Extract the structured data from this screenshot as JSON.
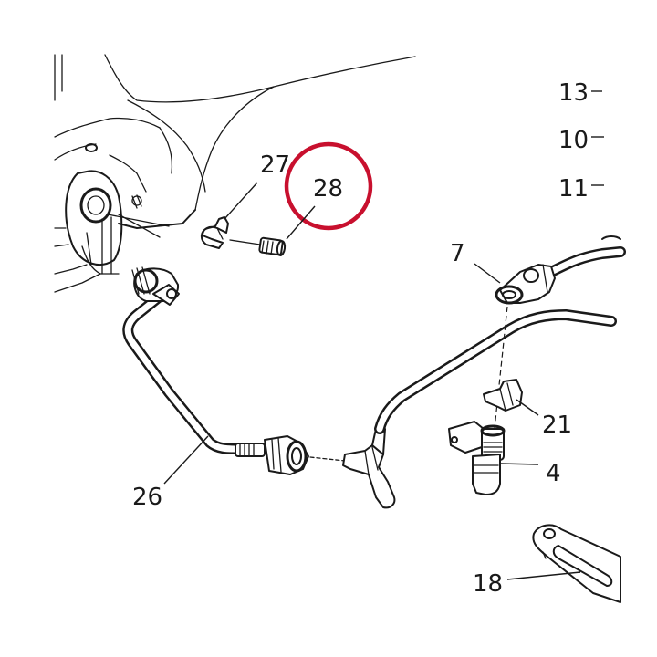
{
  "labels": {
    "l13": "13",
    "l10": "10",
    "l11": "11",
    "l27": "27",
    "l28": "28",
    "l7": "7",
    "l21": "21",
    "l4": "4",
    "l26": "26",
    "l18": "18"
  },
  "colors": {
    "highlight": "#c8102e",
    "line": "#1a1a1a"
  }
}
